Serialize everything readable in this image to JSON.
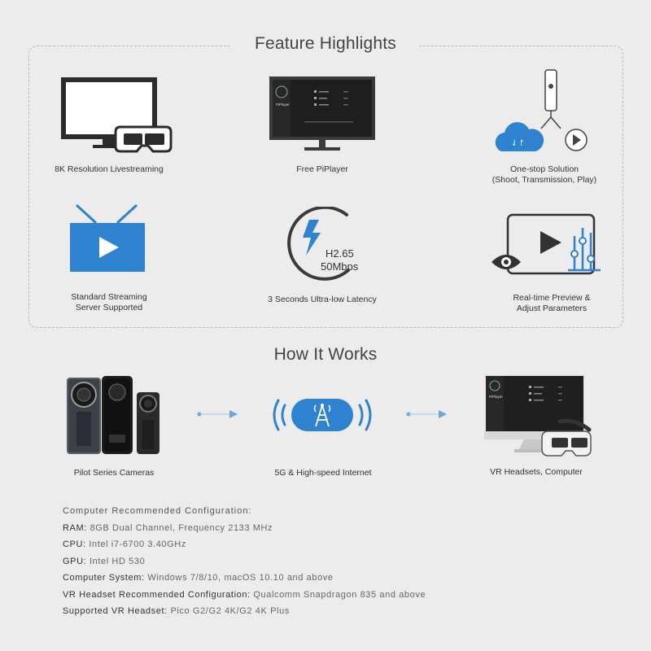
{
  "features": {
    "title": "Feature Highlights",
    "items": [
      {
        "label_lines": [
          "8K Resolution Livestreaming"
        ]
      },
      {
        "label_lines": [
          "Free PiPlayer"
        ],
        "screen_text": "PiPlayer"
      },
      {
        "label_lines": [
          "One-stop Solution",
          "(Shoot, Transmission, Play)"
        ]
      },
      {
        "label_lines": [
          "Standard Streaming",
          "Server Supported"
        ]
      },
      {
        "label_lines": [
          "3 Seconds Ultra-low Latency"
        ],
        "codec": "H2.65",
        "bitrate": "50Mbps"
      },
      {
        "label_lines": [
          "Real-time Preview &",
          "Adjust Parameters"
        ]
      }
    ]
  },
  "how": {
    "title": "How It Works",
    "steps": [
      {
        "label": "Pilot Series Cameras"
      },
      {
        "label": "5G & High-speed Internet"
      },
      {
        "label": "VR Headsets, Computer"
      }
    ]
  },
  "specs": {
    "heading": "Computer Recommended Configuration:",
    "rows": [
      {
        "key": "RAM:",
        "value": "8GB Dual Channel, Frequency 2133 MHz"
      },
      {
        "key": "CPU:",
        "value": "Intel i7-6700 3.40GHz"
      },
      {
        "key": "GPU:",
        "value": "Intel HD 530"
      },
      {
        "key": "Computer System:",
        "value": "Windows 7/8/10,  macOS 10.10 and above"
      },
      {
        "key": "VR Headset Recommended Configuration:",
        "value": "Qualcomm Snapdragon 835 and above"
      },
      {
        "key": "Supported VR Headset:",
        "value": "Pico G2/G2 4K/G2 4K Plus"
      }
    ]
  },
  "colors": {
    "accent": "#2f82d0",
    "dark": "#2b2b2b"
  }
}
